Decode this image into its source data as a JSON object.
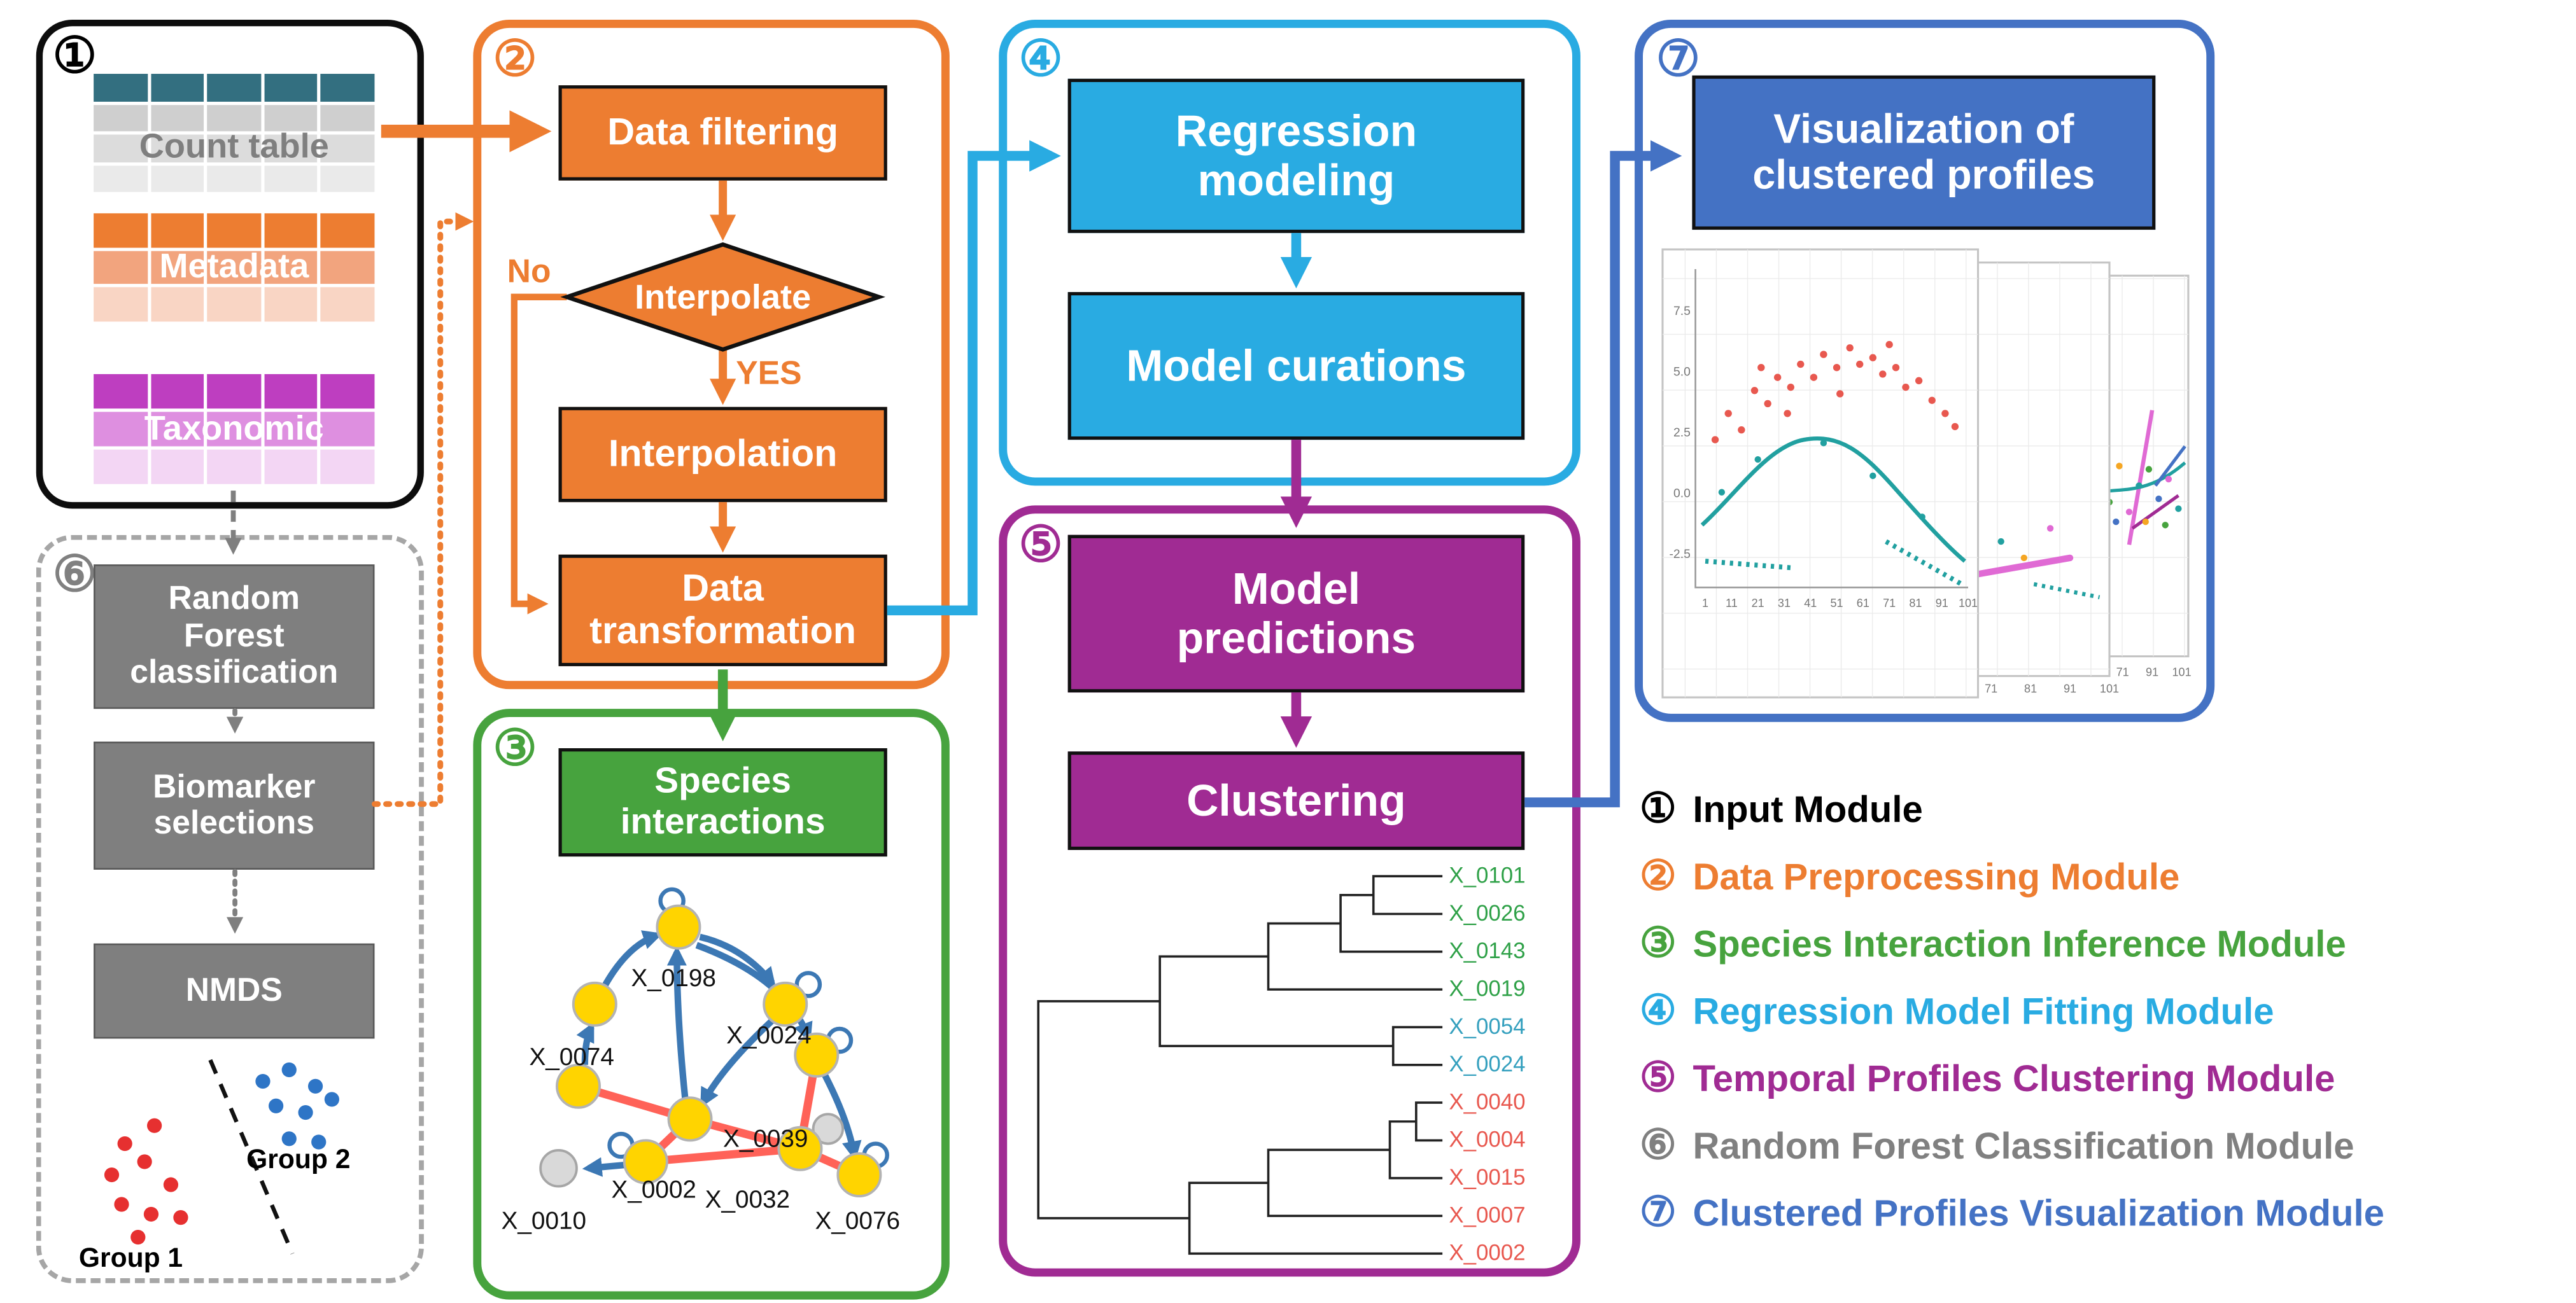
{
  "colors": {
    "orange": "#ED7D31",
    "green": "#47A33E",
    "cyan": "#29ABE2",
    "purple": "#A02B93",
    "blue": "#4472C4",
    "box-gray": "#7F7F7F",
    "module6-border": "#A6A6A6",
    "node-yellow": "#FFD400",
    "edge-blue": "#3C78B4",
    "edge-red": "#FF5A50",
    "leaf-green": "#2FA148",
    "leaf-teal": "#35A0BE",
    "leaf-red": "#E8584F",
    "scatter-red": "#E63030",
    "scatter-blue": "#2E75C6",
    "plot-teal": "#21A0A0",
    "plot-pink": "#E06AD4",
    "count-header": "#336F80",
    "meta-header": "#ED7D31",
    "taxo-header": "#BE3EC0"
  },
  "m1": {
    "num": "①",
    "count_table": "Count table",
    "metadata": "Metadata",
    "taxonomic": "Taxonomic"
  },
  "m2": {
    "num": "②",
    "data_filtering": "Data filtering",
    "interpolate": "Interpolate",
    "no": "No",
    "yes": "YES",
    "interpolation": "Interpolation",
    "data_transformation": "Data transformation"
  },
  "m3": {
    "num": "③",
    "title": "Species interactions",
    "nodes": [
      "X_0198",
      "X_0074",
      "X_0024",
      "X_0039",
      "X_0002",
      "X_0032",
      "X_0010",
      "X_0076"
    ]
  },
  "m4": {
    "num": "④",
    "regression_modeling": "Regression modeling",
    "model_curations": "Model curations"
  },
  "m5": {
    "num": "⑤",
    "model_predictions": "Model predictions",
    "clustering": "Clustering",
    "leaves": [
      {
        "label": "X_0101",
        "color": "#2FA148"
      },
      {
        "label": "X_0026",
        "color": "#2FA148"
      },
      {
        "label": "X_0143",
        "color": "#2FA148"
      },
      {
        "label": "X_0019",
        "color": "#2FA148"
      },
      {
        "label": "X_0054",
        "color": "#35A0BE"
      },
      {
        "label": "X_0024",
        "color": "#35A0BE"
      },
      {
        "label": "X_0040",
        "color": "#E8584F"
      },
      {
        "label": "X_0004",
        "color": "#E8584F"
      },
      {
        "label": "X_0015",
        "color": "#E8584F"
      },
      {
        "label": "X_0007",
        "color": "#E8584F"
      },
      {
        "label": "X_0002",
        "color": "#E8584F"
      }
    ]
  },
  "m6": {
    "num": "⑥",
    "random_forest": "Random Forest classification",
    "biomarker": "Biomarker selections",
    "nmds": "NMDS",
    "group1": "Group 1",
    "group2": "Group 2"
  },
  "m7": {
    "num": "⑦",
    "title": "Visualization of clustered profiles",
    "yticks": [
      "7.5",
      "5.0",
      "2.5",
      "0.0",
      "-2.5"
    ],
    "xticks": [
      "1",
      "11",
      "21",
      "31",
      "41",
      "51",
      "61",
      "71",
      "81",
      "91",
      "101"
    ]
  },
  "legend": {
    "items": [
      {
        "num": "①",
        "label": "Input Module",
        "color": "#000000"
      },
      {
        "num": "②",
        "label": "Data Preprocessing Module",
        "color": "#ED7D31"
      },
      {
        "num": "③",
        "label": "Species Interaction Inference Module",
        "color": "#47A33E"
      },
      {
        "num": "④",
        "label": "Regression Model Fitting Module",
        "color": "#29ABE2"
      },
      {
        "num": "⑤",
        "label": "Temporal Profiles Clustering Module",
        "color": "#A02B93"
      },
      {
        "num": "⑥",
        "label": "Random Forest Classification Module",
        "color": "#808080"
      },
      {
        "num": "⑦",
        "label": "Clustered Profiles Visualization Module",
        "color": "#4472C4"
      }
    ]
  }
}
